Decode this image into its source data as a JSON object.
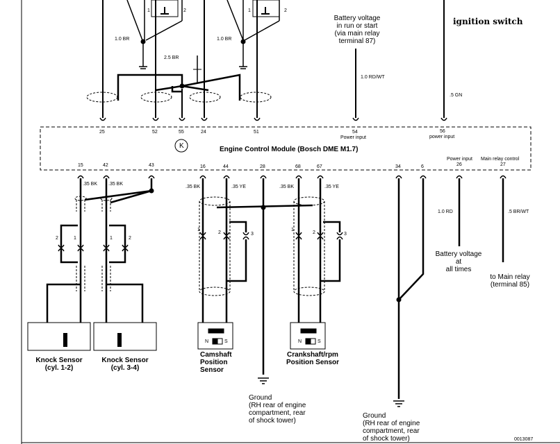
{
  "annotation": {
    "ignition": "ignition switch"
  },
  "ecm": {
    "title": "Engine Control Module  (Bosch DME M1.7)",
    "symbol": "K"
  },
  "top_pins": [
    "25",
    "52",
    "55",
    "24",
    "51",
    "54",
    "56"
  ],
  "top_pin_sub": {
    "p54": "Power input",
    "p56": "power input"
  },
  "bottom_pins": [
    "15",
    "42",
    "43",
    "16",
    "44",
    "28",
    "68",
    "67",
    "34",
    "6",
    "26",
    "27"
  ],
  "bottom_pin_sub": {
    "p26": "Power input",
    "p27": "Main relay control"
  },
  "wires": {
    "w_1br_a": "1.0 BR",
    "w_1br_b": "1.0 BR",
    "w_25br": "2.5 BR",
    "w_rdwt": "1.0 RD/WT",
    "w_gn": ".5 GN",
    "w_35bk_a": ".35 BK",
    "w_35bk_b": ".35 BK",
    "w_35bk_c": ".35 BK",
    "w_35ye_a": ".35 YE",
    "w_35bk_d": ".35 BK",
    "w_35ye_b": ".35 YE",
    "w_rd": "1.0 RD",
    "w_brwt": ".5 BR/WT"
  },
  "connector_pins": {
    "one": "1",
    "two": "2",
    "three": "3"
  },
  "battery_top": [
    "Battery voltage",
    "in run or start",
    "(via main relay",
    "terminal 87)"
  ],
  "battery_all": [
    "Battery voltage",
    "at",
    "all times"
  ],
  "main_relay": [
    "to Main relay",
    "(terminal 85)"
  ],
  "sensors": {
    "knock12": [
      "Knock Sensor",
      "(cyl. 1-2)"
    ],
    "knock34": [
      "Knock Sensor",
      "(cyl. 3-4)"
    ],
    "cam": [
      "Camshaft",
      "Position",
      "Sensor"
    ],
    "crank": [
      "Crankshaft/rpm",
      "Position Sensor"
    ],
    "ns_n": "N",
    "ns_s": "S"
  },
  "ground1": [
    "Ground",
    "(RH rear of engine",
    "compartment, rear",
    "of shock tower)"
  ],
  "ground2": [
    "Ground",
    "(RH rear of engine",
    "compartment, rear",
    "of shock tower)"
  ],
  "figure_id": "0013087"
}
